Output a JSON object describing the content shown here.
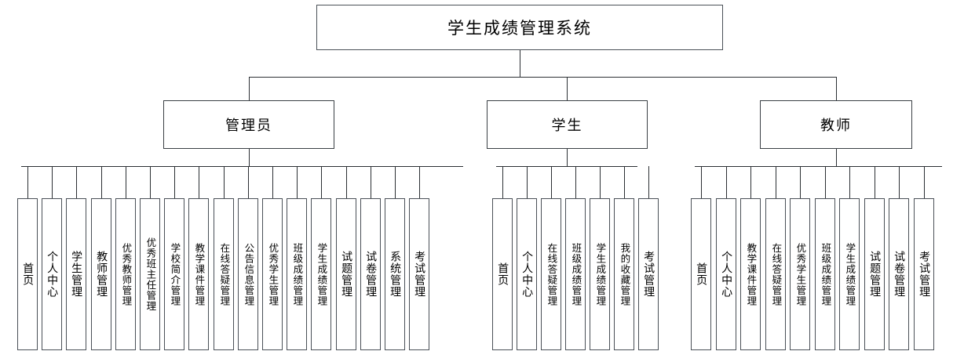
{
  "diagram": {
    "type": "tree",
    "title": "学生成绩管理系统",
    "root": {
      "label": "学生成绩管理系统"
    },
    "groups": [
      {
        "label": "管理员",
        "leaves": [
          "首页",
          "个人中心",
          "学生管理",
          "教师管理",
          "优秀教师管理",
          "优秀班主任管理",
          "学校简介管理",
          "教学课件管理",
          "在线答疑管理",
          "公告信息管理",
          "优秀学生管理",
          "班级成绩管理",
          "学生成绩管理",
          "试题管理",
          "试卷管理",
          "系统管理",
          "考试管理"
        ]
      },
      {
        "label": "学生",
        "leaves": [
          "首页",
          "个人中心",
          "在线答疑管理",
          "班级成绩管理",
          "学生成绩管理",
          "我的收藏管理",
          "考试管理"
        ]
      },
      {
        "label": "教师",
        "leaves": [
          "首页",
          "个人中心",
          "教学课件管理",
          "在线答疑管理",
          "优秀学生管理",
          "班级成绩管理",
          "学生成绩管理",
          "试题管理",
          "试卷管理",
          "考试管理"
        ]
      }
    ],
    "colors": {
      "background": "#ffffff",
      "box_border": "#3a3f44",
      "line": "#2b2f33",
      "text": "#000000"
    }
  }
}
